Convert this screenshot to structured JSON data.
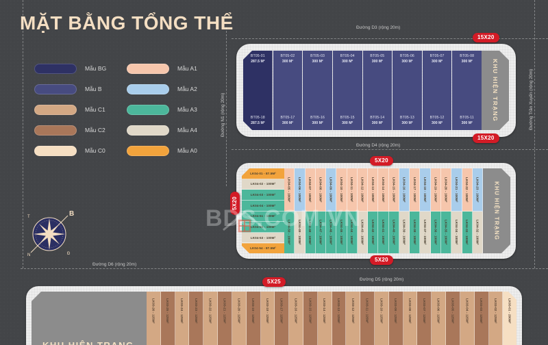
{
  "title": "MẶT BẰNG TỔNG THỂ",
  "watermark": "BDS.COM.VN",
  "legend": {
    "column_left": [
      {
        "label": "Mẫu BG",
        "color": "#2E3164"
      },
      {
        "label": "Mẫu B",
        "color": "#474B80"
      },
      {
        "label": "Mẫu C1",
        "color": "#D3A884"
      },
      {
        "label": "Mẫu C2",
        "color": "#A9775A"
      },
      {
        "label": "Mẫu C0",
        "color": "#F6DFC3"
      }
    ],
    "column_right": [
      {
        "label": "Mẫu A1",
        "color": "#F6C6AC"
      },
      {
        "label": "Mẫu A2",
        "color": "#A9CDEB"
      },
      {
        "label": "Mẫu A3",
        "color": "#4CB79B"
      },
      {
        "label": "Mẫu A4",
        "color": "#E0D8C8"
      },
      {
        "label": "Mẫu A0",
        "color": "#F2A33C"
      }
    ]
  },
  "roads": {
    "d3": "Đường D3 (rộng 20m)",
    "d4": "Đường D4 (rộng 20m)",
    "d5": "Đường D5 (rộng 20m)",
    "d6": "Đường D6 (rộng 20m)",
    "n1": "Đường N1 (rộng 20m)",
    "tran_xuyen": "Đường Trần Xuyến (rộng 20m)"
  },
  "badges": {
    "bt05_top": "15X20",
    "bt05_bottom": "15X20",
    "lk04_top": "5X20",
    "lk04_bottom": "5X20",
    "lk04_left": "5X20",
    "lk03_top": "5X25"
  },
  "existing_area_label": "KHU HIỆN TRẠNG",
  "blocks": {
    "bt05": {
      "columns": [
        {
          "shade": "dark",
          "top": {
            "lot": "BT05-01",
            "area": "287.5 M²"
          },
          "bottom": {
            "lot": "BT05-18",
            "area": "287.5 M²"
          }
        },
        {
          "shade": "light",
          "top": {
            "lot": "BT05-02",
            "area": "300 M²"
          },
          "bottom": {
            "lot": "BT05-17",
            "area": "300 M²"
          }
        },
        {
          "shade": "light",
          "top": {
            "lot": "BT05-03",
            "area": "300 M²"
          },
          "bottom": {
            "lot": "BT05-16",
            "area": "300 M²"
          }
        },
        {
          "shade": "light",
          "top": {
            "lot": "BT05-04",
            "area": "300 M²"
          },
          "bottom": {
            "lot": "BT05-15",
            "area": "300 M²"
          }
        },
        {
          "shade": "light",
          "top": {
            "lot": "BT05-05",
            "area": "300 M²"
          },
          "bottom": {
            "lot": "BT05-14",
            "area": "300 M²"
          }
        },
        {
          "shade": "light",
          "top": {
            "lot": "BT05-06",
            "area": "300 M²"
          },
          "bottom": {
            "lot": "BT05-13",
            "area": "300 M²"
          }
        },
        {
          "shade": "light",
          "top": {
            "lot": "BT05-07",
            "area": "300 M²"
          },
          "bottom": {
            "lot": "BT05-12",
            "area": "300 M²"
          }
        },
        {
          "shade": "light",
          "top": {
            "lot": "BT05-08",
            "area": "300 M²"
          },
          "bottom": {
            "lot": "BT05-11",
            "area": "300 M²"
          }
        }
      ]
    },
    "lk04": {
      "horizontal_left": [
        {
          "text": "LK04-01 - 87.5M²",
          "color": "#F2A33C"
        },
        {
          "text": "LK04-02 - 100M²",
          "color": "#E0D8C8"
        },
        {
          "text": "LK04-03 - 100M²",
          "color": "#4CB79B"
        },
        {
          "text": "LK04-04 - 100M²",
          "color": "#4CB79B"
        },
        {
          "text": "LK04-51 - 100M²",
          "color": "#4CB79B"
        },
        {
          "text": "LK04-52 - 100M²",
          "color": "#4CB79B"
        },
        {
          "text": "LK04-53 - 100M²",
          "color": "#E0D8C8"
        },
        {
          "text": "LK04-54 - 87.5M²",
          "color": "#F2A33C"
        }
      ],
      "vertical_columns": [
        {
          "top": {
            "text": "LK04-05 - 100M²",
            "color": "#F6C6AC"
          },
          "bottom": {
            "text": "LK04-50 - 100M²",
            "color": "#4CB79B"
          }
        },
        {
          "top": {
            "text": "LK04-06 - 100M²",
            "color": "#A9CDEB"
          },
          "bottom": {
            "text": "LK04-49 - 100M²",
            "color": "#E0D8C8"
          }
        },
        {
          "top": {
            "text": "LK04-07 - 100M²",
            "color": "#F6C6AC"
          },
          "bottom": {
            "text": "LK04-48 - 100M²",
            "color": "#4CB79B"
          }
        },
        {
          "top": {
            "text": "LK04-08 - 100M²",
            "color": "#F6C6AC"
          },
          "bottom": {
            "text": "LK04-47 - 100M²",
            "color": "#4CB79B"
          }
        },
        {
          "top": {
            "text": "LK04-09 - 100M²",
            "color": "#A9CDEB"
          },
          "bottom": {
            "text": "LK04-46 - 100M²",
            "color": "#4CB79B"
          }
        },
        {
          "top": {
            "text": "LK04-10 - 100M²",
            "color": "#F6C6AC"
          },
          "bottom": {
            "text": "LK04-45 - 100M²",
            "color": "#4CB79B"
          }
        },
        {
          "top": {
            "text": "LK04-11 - 100M²",
            "color": "#F6C6AC"
          },
          "bottom": {
            "text": "LK04-44 - 100M²",
            "color": "#4CB79B"
          }
        },
        {
          "top": {
            "text": "LK04-12 - 100M²",
            "color": "#F6C6AC"
          },
          "bottom": {
            "text": "LK04-43 - 100M²",
            "color": "#E0D8C8"
          }
        },
        {
          "top": {
            "text": "LK04-13 - 100M²",
            "color": "#F6C6AC"
          },
          "bottom": {
            "text": "LK04-42 - 100M²",
            "color": "#4CB79B"
          }
        },
        {
          "top": {
            "text": "LK04-14 - 100M²",
            "color": "#F6C6AC"
          },
          "bottom": {
            "text": "LK04-41 - 100M²",
            "color": "#4CB79B"
          }
        },
        {
          "top": {
            "text": "LK04-15 - 100M²",
            "color": "#F6C6AC"
          },
          "bottom": {
            "text": "LK04-40 - 100M²",
            "color": "#4CB79B"
          }
        },
        {
          "top": {
            "text": "LK04-16 - 100M²",
            "color": "#A9CDEB"
          },
          "bottom": {
            "text": "LK04-39 - 100M²",
            "color": "#E0D8C8"
          }
        },
        {
          "top": {
            "text": "LK04-17 - 100M²",
            "color": "#F6C6AC"
          },
          "bottom": {
            "text": "LK04-38 - 100M²",
            "color": "#4CB79B"
          }
        },
        {
          "top": {
            "text": "LK04-18 - 100M²",
            "color": "#A9CDEB"
          },
          "bottom": {
            "text": "LK04-37 - 100M²",
            "color": "#E0D8C8"
          }
        },
        {
          "top": {
            "text": "LK04-19 - 100M²",
            "color": "#F6C6AC"
          },
          "bottom": {
            "text": "LK04-36 - 100M²",
            "color": "#4CB79B"
          }
        },
        {
          "top": {
            "text": "LK04-20 - 100M²",
            "color": "#F6C6AC"
          },
          "bottom": {
            "text": "LK04-35 - 100M²",
            "color": "#4CB79B"
          }
        },
        {
          "top": {
            "text": "LK04-21 - 100M²",
            "color": "#A9CDEB"
          },
          "bottom": {
            "text": "LK04-34 - 100M²",
            "color": "#E0D8C8"
          }
        },
        {
          "top": {
            "text": "LK04-22 - 100M²",
            "color": "#F6C6AC"
          },
          "bottom": {
            "text": "LK04-33 - 100M²",
            "color": "#4CB79B"
          }
        },
        {
          "top": {
            "text": "LK04-23 - 100M²",
            "color": "#A9CDEB"
          },
          "bottom": {
            "text": "LK04-32 - 100M²",
            "color": "#E0D8C8"
          }
        }
      ]
    },
    "lk03": {
      "columns": [
        {
          "text": "LK03-26 - 125M²",
          "color": "#D3A884"
        },
        {
          "text": "LK03-25 - 125M²",
          "color": "#A9775A"
        },
        {
          "text": "LK03-24 - 125M²",
          "color": "#D3A884"
        },
        {
          "text": "LK03-23 - 125M²",
          "color": "#A9775A"
        },
        {
          "text": "LK03-22 - 125M²",
          "color": "#D3A884"
        },
        {
          "text": "LK03-21 - 125M²",
          "color": "#A9775A"
        },
        {
          "text": "LK03-20 - 125M²",
          "color": "#D3A884"
        },
        {
          "text": "LK03-19 - 125M²",
          "color": "#A9775A"
        },
        {
          "text": "LK03-18 - 125M²",
          "color": "#D3A884"
        },
        {
          "text": "LK03-17 - 125M²",
          "color": "#A9775A"
        },
        {
          "text": "LK03-16 - 125M²",
          "color": "#D3A884"
        },
        {
          "text": "LK03-15 - 125M²",
          "color": "#A9775A"
        },
        {
          "text": "LK03-14 - 125M²",
          "color": "#D3A884"
        },
        {
          "text": "LK03-13 - 125M²",
          "color": "#A9775A"
        },
        {
          "text": "LK03-12 - 125M²",
          "color": "#D3A884"
        },
        {
          "text": "LK03-11 - 125M²",
          "color": "#A9775A"
        },
        {
          "text": "LK03-10 - 125M²",
          "color": "#D3A884"
        },
        {
          "text": "LK03-09 - 125M²",
          "color": "#A9775A"
        },
        {
          "text": "LK03-08 - 125M²",
          "color": "#D3A884"
        },
        {
          "text": "LK03-07 - 125M²",
          "color": "#A9775A"
        },
        {
          "text": "LK03-06 - 125M²",
          "color": "#D3A884"
        },
        {
          "text": "LK03-05 - 125M²",
          "color": "#A9775A"
        },
        {
          "text": "LK03-04 - 125M²",
          "color": "#D3A884"
        },
        {
          "text": "LK03-03 - 125M²",
          "color": "#A9775A"
        },
        {
          "text": "LK03-02 - 125M²",
          "color": "#D3A884"
        },
        {
          "text": "LK03-01 - 200M²",
          "color": "#F6DFC3"
        }
      ]
    }
  },
  "compass": {
    "n": "B",
    "s": "N",
    "e": "Đ",
    "w": "T"
  }
}
